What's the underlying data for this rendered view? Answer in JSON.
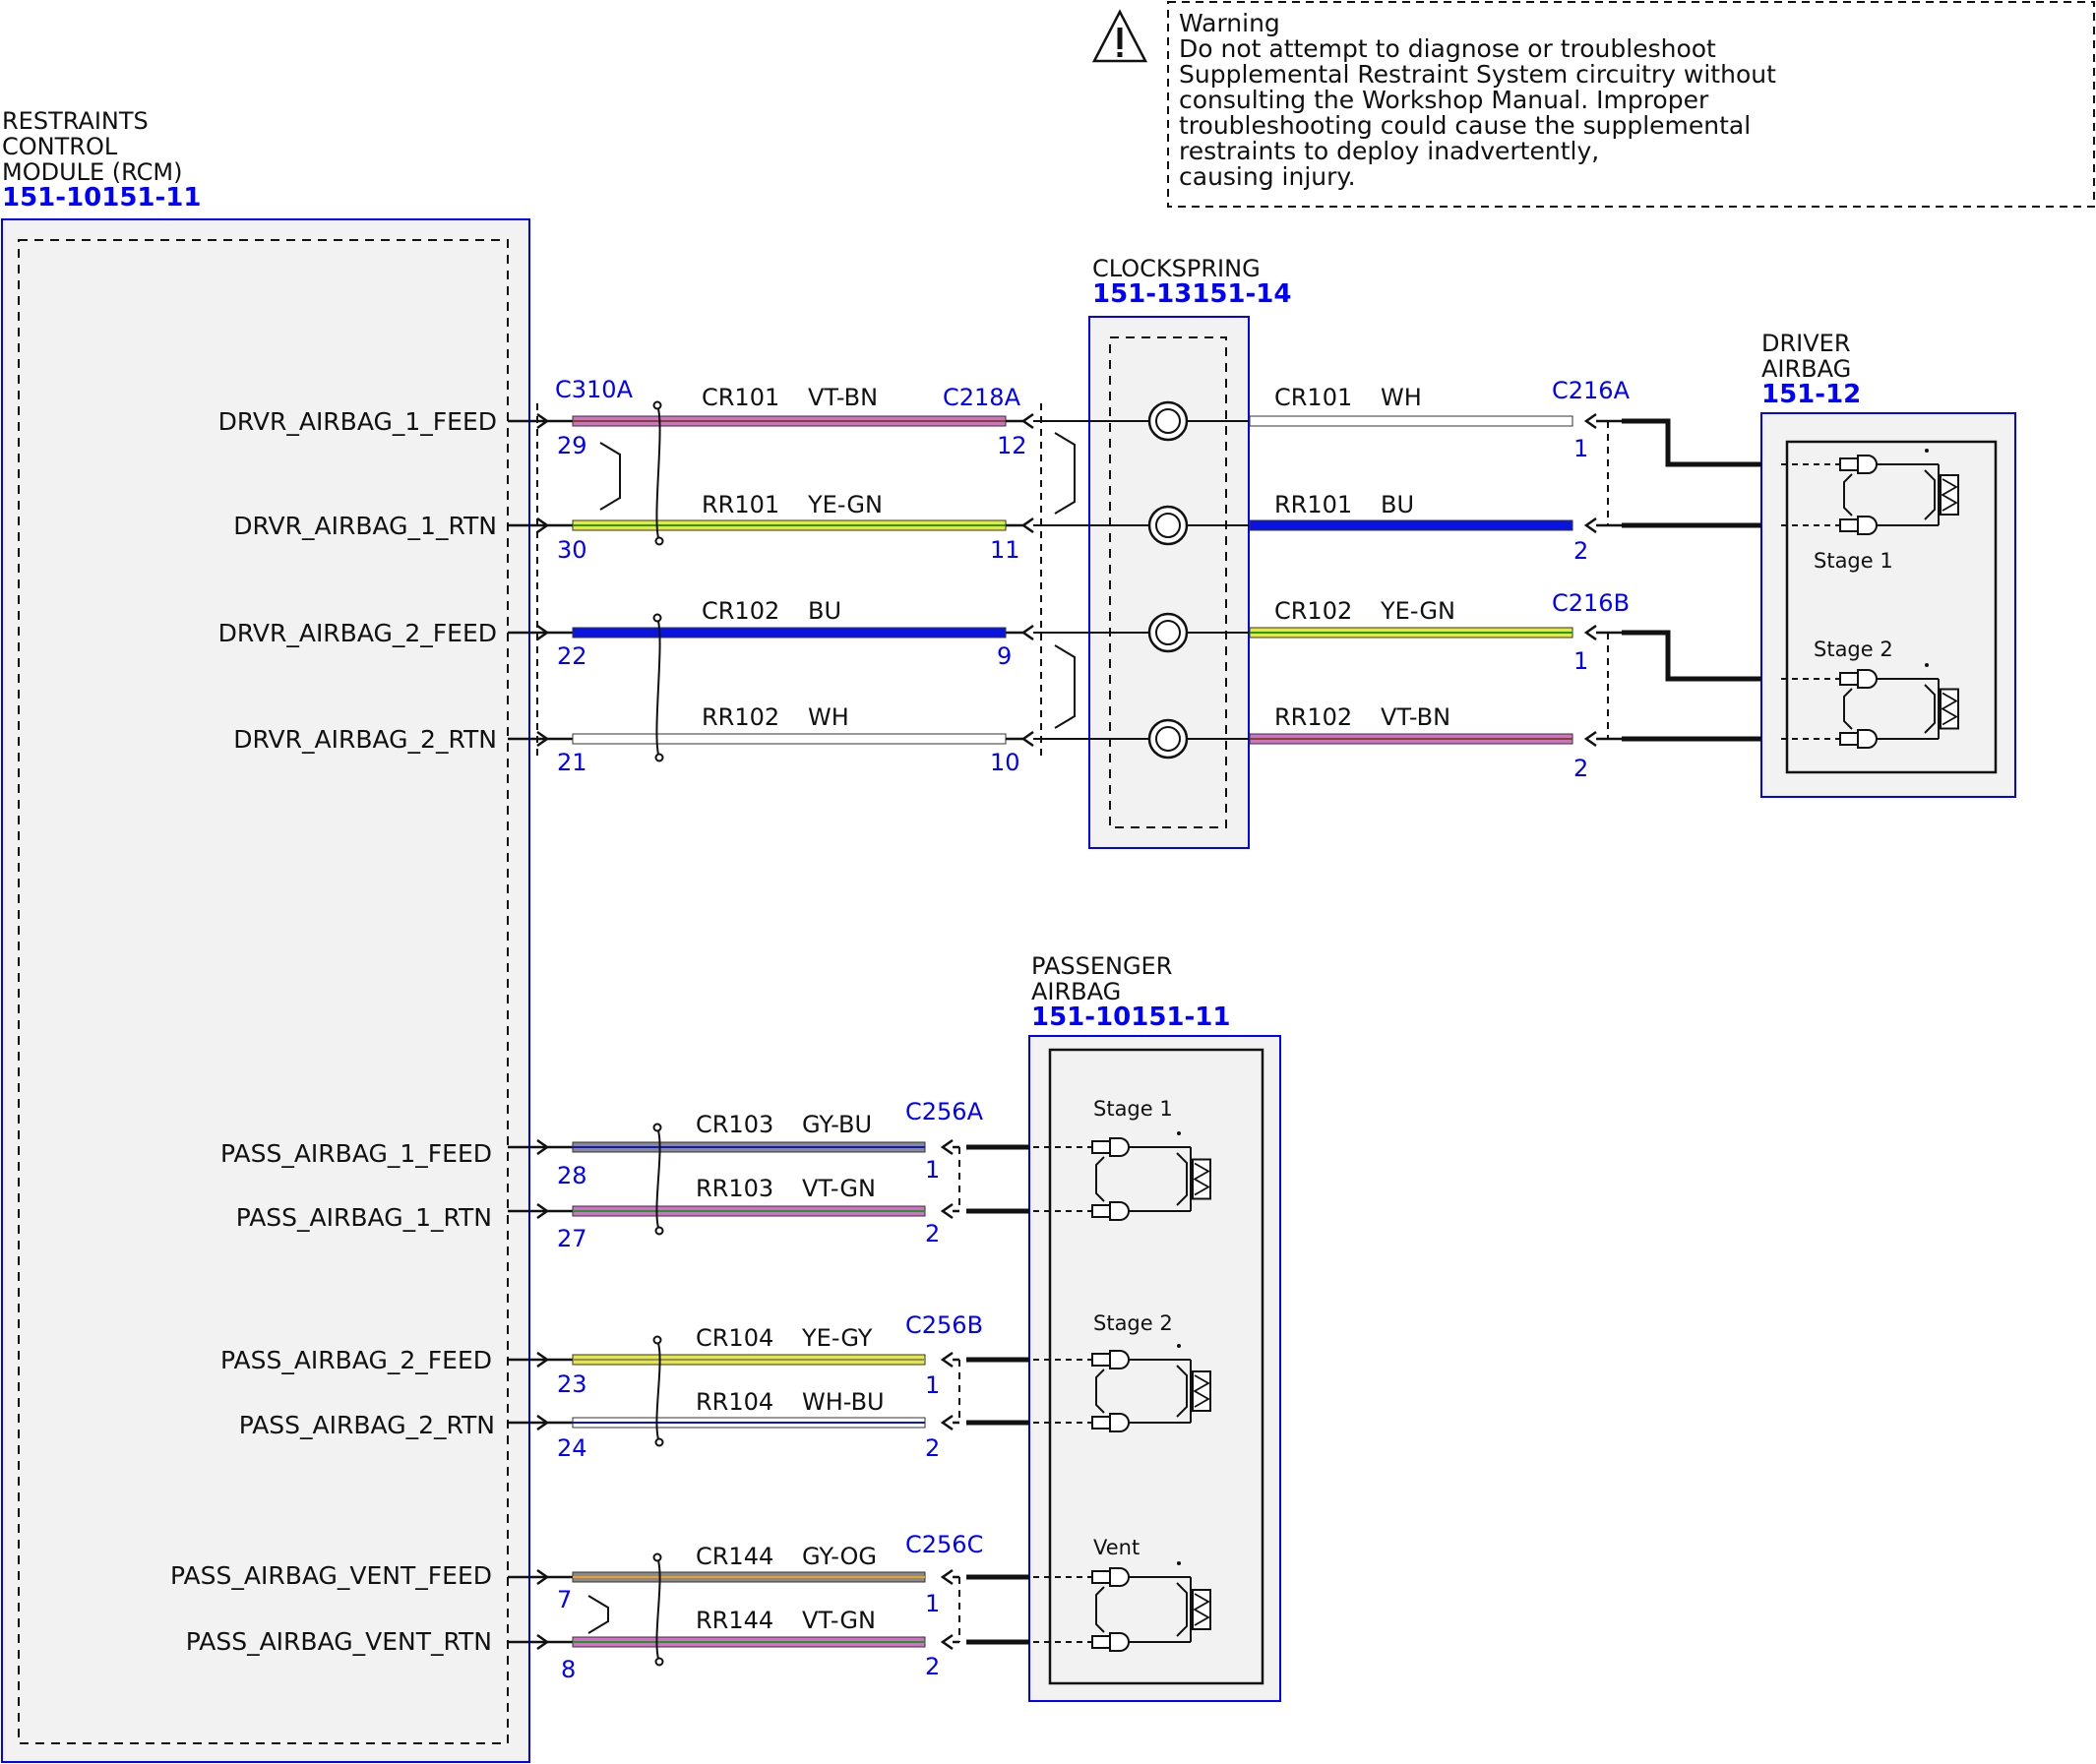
{
  "warning": {
    "title": "Warning",
    "lines": [
      "Do not attempt to diagnose or troubleshoot",
      "Supplemental Restraint System circuitry without",
      "consulting the Workshop Manual. Improper",
      "troubleshooting could cause the supplemental",
      "restraints to deploy inadvertently,",
      "causing injury."
    ]
  },
  "rcm": {
    "name_lines": [
      "RESTRAINTS",
      "CONTROL",
      "MODULE (RCM)"
    ],
    "ref": "151-10151-11"
  },
  "clockspring": {
    "name": "CLOCKSPRING",
    "ref": "151-13151-14"
  },
  "driver_airbag": {
    "name_lines": [
      "DRIVER",
      "AIRBAG"
    ],
    "ref": "151-12",
    "stages": [
      "Stage 1",
      "Stage 2"
    ]
  },
  "passenger_airbag": {
    "name_lines": [
      "PASSENGER",
      "AIRBAG"
    ],
    "ref": "151-10151-11",
    "stages": [
      "Stage 1",
      "Stage 2",
      "Vent"
    ]
  },
  "connectors": {
    "c310a": "C310A",
    "c218a": "C218A",
    "c216a": "C216A",
    "c216b": "C216B",
    "c256a": "C256A",
    "c256b": "C256B",
    "c256c": "C256C"
  },
  "driver_circuits": [
    {
      "signal": "DRVR_AIRBAG_1_FEED",
      "rcm_pin": "29",
      "c218_pin": "12",
      "circuit": "CR101",
      "color_code": "VT-BN",
      "c216_pin": "1",
      "out_circuit": "CR101",
      "out_color_code": "WH"
    },
    {
      "signal": "DRVR_AIRBAG_1_RTN",
      "rcm_pin": "30",
      "c218_pin": "11",
      "circuit": "RR101",
      "color_code": "YE-GN",
      "c216_pin": "2",
      "out_circuit": "RR101",
      "out_color_code": "BU"
    },
    {
      "signal": "DRVR_AIRBAG_2_FEED",
      "rcm_pin": "22",
      "c218_pin": "9",
      "circuit": "CR102",
      "color_code": "BU",
      "c216_pin": "1",
      "out_circuit": "CR102",
      "out_color_code": "YE-GN"
    },
    {
      "signal": "DRVR_AIRBAG_2_RTN",
      "rcm_pin": "21",
      "c218_pin": "10",
      "circuit": "RR102",
      "color_code": "WH",
      "c216_pin": "2",
      "out_circuit": "RR102",
      "out_color_code": "VT-BN"
    }
  ],
  "passenger_circuits": [
    {
      "signal": "PASS_AIRBAG_1_FEED",
      "rcm_pin": "28",
      "circuit": "CR103",
      "color_code": "GY-BU",
      "conn_pin": "1"
    },
    {
      "signal": "PASS_AIRBAG_1_RTN",
      "rcm_pin": "27",
      "circuit": "RR103",
      "color_code": "VT-GN",
      "conn_pin": "2"
    },
    {
      "signal": "PASS_AIRBAG_2_FEED",
      "rcm_pin": "23",
      "circuit": "CR104",
      "color_code": "YE-GY",
      "conn_pin": "1"
    },
    {
      "signal": "PASS_AIRBAG_2_RTN",
      "rcm_pin": "24",
      "circuit": "RR104",
      "color_code": "WH-BU",
      "conn_pin": "2"
    },
    {
      "signal": "PASS_AIRBAG_VENT_FEED",
      "rcm_pin": "7",
      "circuit": "CR144",
      "color_code": "GY-OG",
      "conn_pin": "1"
    },
    {
      "signal": "PASS_AIRBAG_VENT_RTN",
      "rcm_pin": "8",
      "circuit": "RR144",
      "color_code": "VT-GN",
      "conn_pin": "2"
    }
  ],
  "colors": {
    "ref_blue": "#0000ff",
    "box_fill": "#f2f2f2",
    "VT": "#d070c8",
    "YE": "#e8e83a",
    "GN": "#1f9a1f",
    "BU": "#0a14e0",
    "WH": "#ffffff",
    "GY": "#8a8a8a",
    "OG": "#f0a020",
    "BN": "#7a4a20"
  }
}
